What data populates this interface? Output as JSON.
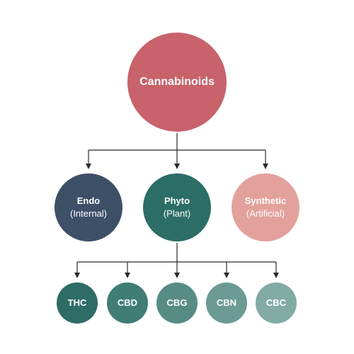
{
  "colors": {
    "background": "#ffffff",
    "connector": "#2b2b2b",
    "root": "#c8626b",
    "endo": "#3e4f68",
    "phyto": "#2c6e66",
    "synthetic": "#e3a19c",
    "leaves": [
      "#2e6c65",
      "#3f7d75",
      "#578c85",
      "#6c9a94",
      "#83aba5"
    ]
  },
  "root": {
    "label": "Cannabinoids"
  },
  "categories": [
    {
      "title": "Endo",
      "subtitle": "(Internal)"
    },
    {
      "title": "Phyto",
      "subtitle": "(Plant)"
    },
    {
      "title": "Synthetic",
      "subtitle": "(Artificial)"
    }
  ],
  "phyto_children": [
    "THC",
    "CBD",
    "CBG",
    "CBN",
    "CBC"
  ]
}
